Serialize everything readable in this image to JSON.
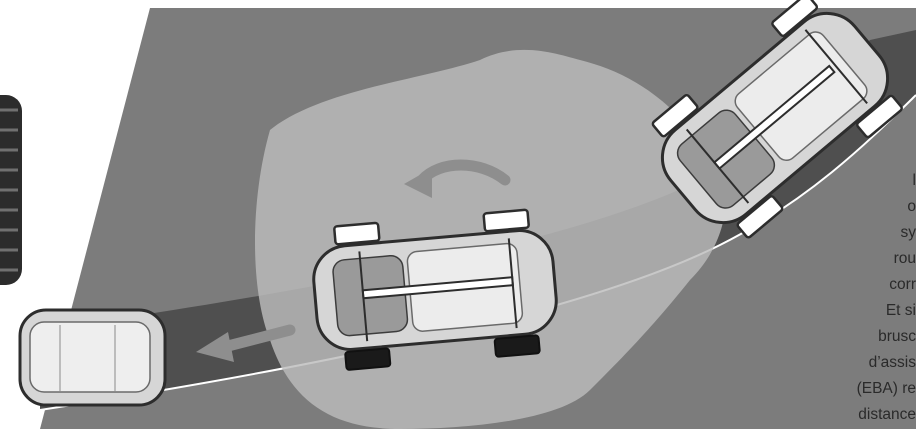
{
  "caption": {
    "lines": [
      "l",
      "o",
      "sy",
      "rou",
      "corr",
      "Et si",
      "brusc",
      "d’assis",
      "(EBA) re",
      "distance"
    ]
  },
  "colors": {
    "road_dark": "#4f4f4f",
    "road_light": "#7c7c7c",
    "skid_zone": "#bcbcbc",
    "arrow": "#8e8e8e",
    "car_body": "#d6d6d6",
    "active_wheel": "#1a1a1a"
  },
  "icons": [
    "curved-arrow-icon",
    "straight-arrow-icon",
    "tire-icon"
  ]
}
